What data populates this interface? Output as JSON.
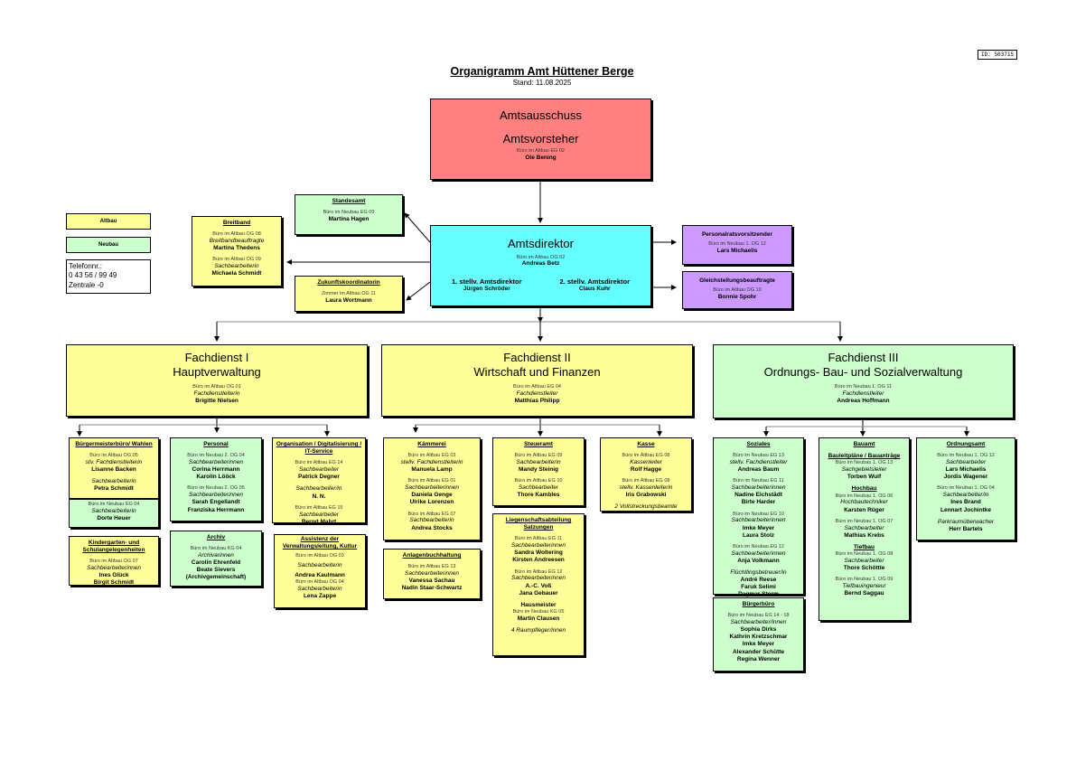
{
  "doc_id": "ID: 503715",
  "title": "Organigramm Amt Hüttener Berge",
  "stand": "Stand: 11.08.2025",
  "legend": {
    "altbau": "Altbau",
    "neubau": "Neubau",
    "phone_lines": [
      "Telefonnr.:",
      "0 43 56 / 99 49",
      "Zentrale -0"
    ]
  },
  "colors": {
    "altbau": "#ffff99",
    "neubau": "#ccffcc",
    "amtsdirektor": "#66ffff",
    "amtsausschuss": "#ff8080",
    "staff": "#cc99ff"
  },
  "amtsausschuss": {
    "title1": "Amtsausschuss",
    "title2": "Amtsvorsteher",
    "loc": "Büro im Altbau EG 02",
    "name": "Ole Bening"
  },
  "standesamt": {
    "title": "Standesamt",
    "loc": "Büro im Neubau EG 09",
    "name": "Martina Hagen"
  },
  "breitband": {
    "title": "Breitband",
    "loc1": "Büro im Altbau OG 08",
    "role1": "Breitbandbeauftragte",
    "name1": "Martina Thedens",
    "loc2": "Büro im Altbau OG 09",
    "role2": "Sachbearbeiterin",
    "name2": "Michaela Schmidt"
  },
  "zukunft": {
    "title": "Zukunftskoordinatorin",
    "loc": "Zimmer im Altbau OG 11",
    "name": "Laura Wortmann"
  },
  "amtsdirektor": {
    "title": "Amtsdirektor",
    "loc": "Büro im Altbau OG 02",
    "name": "Andreas Betz",
    "dep1_title": "1. stellv. Amtsdirektor",
    "dep1_name": "Jürgen Schröder",
    "dep2_title": "2. stellv. Amtsdirektor",
    "dep2_name": "Claus Kuhr"
  },
  "personalrat": {
    "title": "Personalratsvorsitzender",
    "loc": "Büro im Neubau 1. OG 12",
    "name": "Lars Michaelis"
  },
  "gleichstellung": {
    "title": "Gleichstellungsbeauftragte",
    "loc": "Büro im Altbau OG 10",
    "name": "Bonnie Spohr"
  },
  "fd1": {
    "title1": "Fachdienst I",
    "title2": "Hauptverwaltung",
    "loc": "Büro im Altbau OG 01",
    "role": "Fachdienstleiterin",
    "name": "Brigitte Nielsen",
    "buergermeister": {
      "title": "Bürgermeisterbüro/ Wahlen",
      "loc1": "Büro im Altbau OG 05",
      "role1": "stv. Fachdienstleiterin",
      "name1": "Lisanne Backen",
      "role2": "Sachbearbeiterin",
      "name2": "Petra Schmidt",
      "loc3": "Büro im Neubau EG 04",
      "role3": "Sachbearbeiterin",
      "name3": "Dorte Heuer"
    },
    "kita": {
      "title": "Kindergarten- und Schulangelegenheiten",
      "loc": "Büro im Altbau OG 07",
      "role": "Sachbearbeiterinnen",
      "names": [
        "Ines Glück",
        "Birgit Schmidt"
      ]
    },
    "personal": {
      "title": "Personal",
      "loc1": "Büro im Neubau 2. OG 04",
      "role1": "Sachbearbeiterinnen",
      "names1": [
        "Corina Herrmann",
        "Karolin Lööck"
      ],
      "loc2": "Büro im Neubau 2. OG 05",
      "role2": "Sachbearbeiterinnen",
      "names2": [
        "Sarah Engellandt",
        "Franziska Herrmann"
      ]
    },
    "archiv": {
      "title": "Archiv",
      "loc": "Büro im Neubau KG 04",
      "role": "Archivarinnen",
      "names": [
        "Carolin Ehrenfeld",
        "Beate Sievers",
        "(Archivgemeinschaft)"
      ]
    },
    "orga": {
      "title": "Organisation / Digitalisierung / IT-Service",
      "loc1": "Büro im Altbau EG 14",
      "role1": "Sachbearbeiter",
      "name1": "Patrick Degner",
      "role2": "Sachbearbeiter/in",
      "name2": "N. N.",
      "loc3": "Büro im Altbau EG 15",
      "role3": "Sachbearbeiter",
      "name3": "Bernd Mahrt"
    },
    "assistenz": {
      "title": "Assistenz der Verwaltungsleitung, Kultur",
      "loc1": "Büro im Altbau OG 03",
      "role1": "Sachbearbeiterin",
      "name1": "Andrea Kaulmann",
      "loc2": "Büro im Altbau OG 04",
      "role2": "Sachbearbeiterin",
      "name2": "Lena Zappe"
    }
  },
  "fd2": {
    "title1": "Fachdienst II",
    "title2": "Wirtschaft und Finanzen",
    "loc": "Büro im Altbau EG 04",
    "role": "Fachdienstleiter",
    "name": "Matthias Philipp",
    "kaemmerei": {
      "title": "Kämmerei",
      "loc1": "Büro im Altbau EG 03",
      "role1": "stellv. Fachdienstleiterin",
      "name1": "Manuela Lamp",
      "loc2": "Büro im Altbau EG 01",
      "role2": "Sachbearbeiterinnen",
      "names2": [
        "Daniela Genge",
        "Ulrike Lorenzen"
      ],
      "loc3": "Büro im Altbau EG 07",
      "role3": "Sachbearbeiterin",
      "name3": "Andrea Stocks"
    },
    "anlagen": {
      "title": "Anlagenbuchhaltung",
      "loc": "Büro im Altbau EG 13",
      "role": "Sachbearbeiterinnen",
      "names": [
        "Vanessa Sachau",
        "Nadin Staar-Schwartz"
      ]
    },
    "steuer": {
      "title": "Steueramt",
      "loc1": "Büro im Altbau EG 09",
      "role1": "Sachbearbeiterin",
      "name1": "Mandy Steinig",
      "loc2": "Büro im Altbau EG 10",
      "role2": "Sachbearbeiter",
      "name2": "Thore Kambles"
    },
    "liegenschaft": {
      "title": "Liegenschaftsabteilung Satzungen",
      "loc1": "Büro im Altbau EG 11",
      "role1": "Sachbearbeiterinnen",
      "names1": [
        "Sandra Woltering",
        "Kirsten Andreesen"
      ],
      "loc2": "Büro im Altbau EG 12",
      "role2": "Sachbearbeiterinnen",
      "names2": [
        "A.-C. Voß",
        "Jana Gebauer"
      ],
      "hm_title": "Hausmeister",
      "hm_loc": "Büro im Neubau KG 05",
      "hm_name": "Martin Clausen",
      "note": "4 Raumpfleger/innen"
    },
    "kasse": {
      "title": "Kasse",
      "loc1": "Büro im Altbau EG 08",
      "role1": "Kassenleiter",
      "name1": "Rolf Hagge",
      "loc2": "Büro im Altbau EG 08",
      "role2": "stellv. Kassenleiterin",
      "name2": "Iris Grabowski",
      "note": "2 Vollstreckungsbeamte"
    }
  },
  "fd3": {
    "title1": "Fachdienst III",
    "title2": "Ordnungs- Bau- und Sozialverwaltung",
    "loc": "Büro im Neubau 1. OG 11",
    "role": "Fachdienstleiter",
    "name": "Andreas Hoffmann",
    "soziales": {
      "title": "Soziales",
      "loc1": "Büro im Neubau EG 13",
      "role1": "stellv. Fachdienstleiter",
      "name1": "Andreas Baum",
      "loc2": "Büro im Neubau EG 11",
      "role2": "Sachbearbeiterinnen",
      "names2": [
        "Nadine Eichstädt",
        "Birte Harder"
      ],
      "loc3": "Büro im Neubau EG 10",
      "role3": "Sachbearbeiterinnen",
      "names3": [
        "Imke Meyer",
        "Laura Stolz"
      ],
      "loc4": "Büro im Neubau EG 12",
      "role4": "Sachbearbeiterinnen",
      "name4": "Anja Volkmann",
      "role5": "Flüchtlingsbetreuer/in",
      "names5": [
        "André Reese",
        "Faruk Selimi",
        "Dagmar Storm"
      ]
    },
    "buergerbuero": {
      "title": "Bürgerbüro",
      "loc": "Büro im Neubau EG 14 - 18",
      "role": "Sachbearbeiter/innen",
      "names": [
        "Sophia Dirks",
        "Kathrin Kretzschmar",
        "Imke Meyer",
        "Alexander Schütte",
        "Regina Wenner"
      ]
    },
    "bauamt": {
      "title": "Bauamt",
      "sub1": "Bauleitpläne / Bauanträge",
      "loc1": "Büro im Neubau 1. OG 13",
      "role1": "Sachgebietsleiter",
      "name1": "Torben Wulf",
      "sub2": "Hochbau",
      "loc2": "Büro im Neubau 1. OG 06",
      "role2": "Hochbautechniker",
      "name2": "Karsten Rüger",
      "loc3": "Büro im Neubau 1. OG 07",
      "role3": "Sachbearbeiter",
      "name3": "Mathias Krebs",
      "sub4": "Tiefbau",
      "loc4": "Büro im Neubau 1. OG 08",
      "role4": "Sachbearbeiter",
      "name4": "Thore Schöttle",
      "loc5": "Büro im Neubau 1. OG 09",
      "role5": "Tiefbauingenieur",
      "name5": "Bernd Saggau"
    },
    "ordnung": {
      "title": "Ordnungsamt",
      "loc1": "Büro im Neubau 1. OG 12",
      "role1": "Sachbearbeiter",
      "names1": [
        "Lars Michaelis",
        "Jordis Wagener"
      ],
      "loc2": "Büro im Neubau 1. OG 04",
      "role2": "Sachbearbeiter/in",
      "names2": [
        "Ines Brand",
        "Lennart Jochintke"
      ],
      "role3": "Parkraumüberwacher",
      "name3": "Herr Bartels"
    }
  }
}
